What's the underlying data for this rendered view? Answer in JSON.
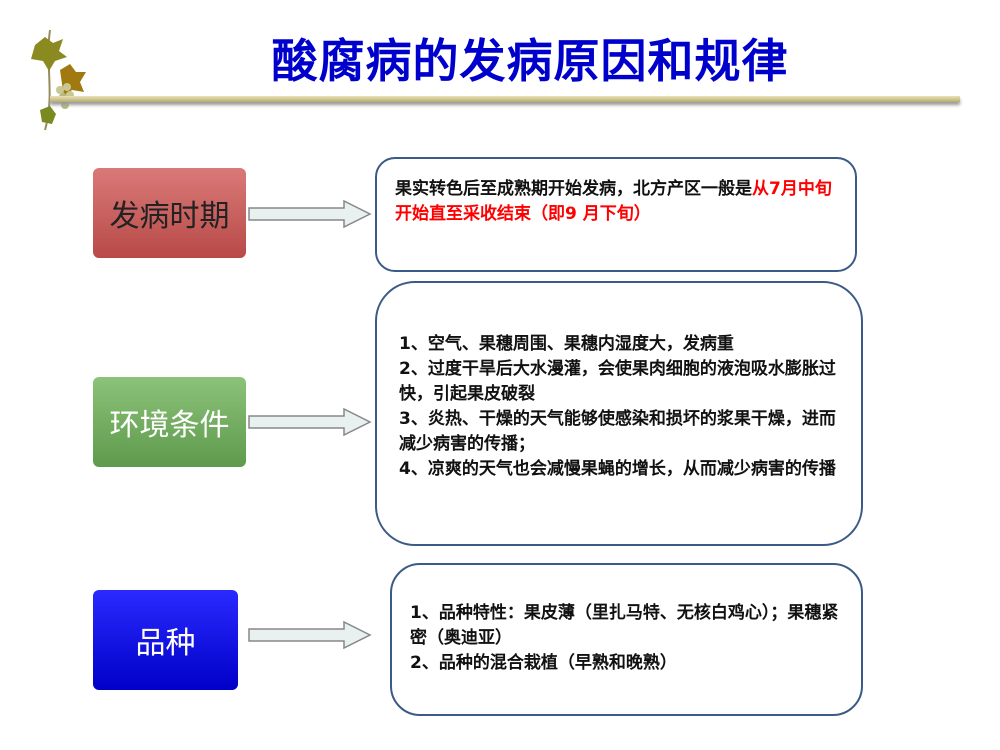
{
  "title": "酸腐病的发病原因和规律",
  "sections": [
    {
      "label": "发病时期",
      "text_black": "果实转色后至成熟期开始发病，北方产区一般是",
      "text_red": "从7月中旬开始直至采收结束（即9  月下旬）"
    },
    {
      "label": "环境条件",
      "lines": [
        "1、空气、果穗周围、果穗内湿度大，发病重",
        "2、过度干旱后大水漫灌，会使果肉细胞的液泡吸水膨胀过快，引起果皮破裂",
        "3、炎热、干燥的天气能够使感染和损坏的浆果干燥，进而减少病害的传播；",
        "4、凉爽的天气也会减慢果蝇的增长，从而减少病害的传播"
      ]
    },
    {
      "label": "品种",
      "lines": [
        "1、品种特性：果皮薄（里扎马特、无核白鸡心）；果穗紧密（奥迪亚）",
        "2、品种的混合栽植（早熟和晚熟）"
      ]
    }
  ]
}
